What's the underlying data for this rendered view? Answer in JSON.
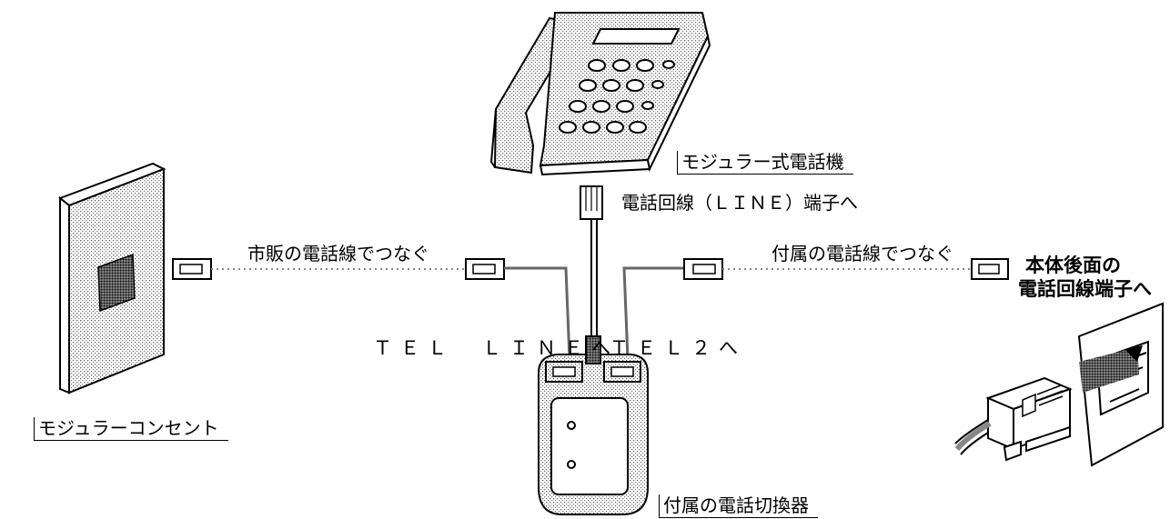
{
  "labels": {
    "modular_phone": "モジュラー式電話機",
    "line_jack_to": "電話回線（ＬＩＮＥ）端子へ",
    "commercial_cord": "市販の電話線でつなぐ",
    "supplied_cord": "付属の電話線でつなぐ",
    "main_unit_line_1": "本体後面の",
    "main_unit_line_2": "電話回線端子へ",
    "tel_line_to": "ＴＥＬ　ＬＩＮＥへ",
    "tel2_to": "ＴＥＬ２へ",
    "modular_outlet": "モジュラーコンセント",
    "supplied_switcher": "付属の電話切換器"
  }
}
